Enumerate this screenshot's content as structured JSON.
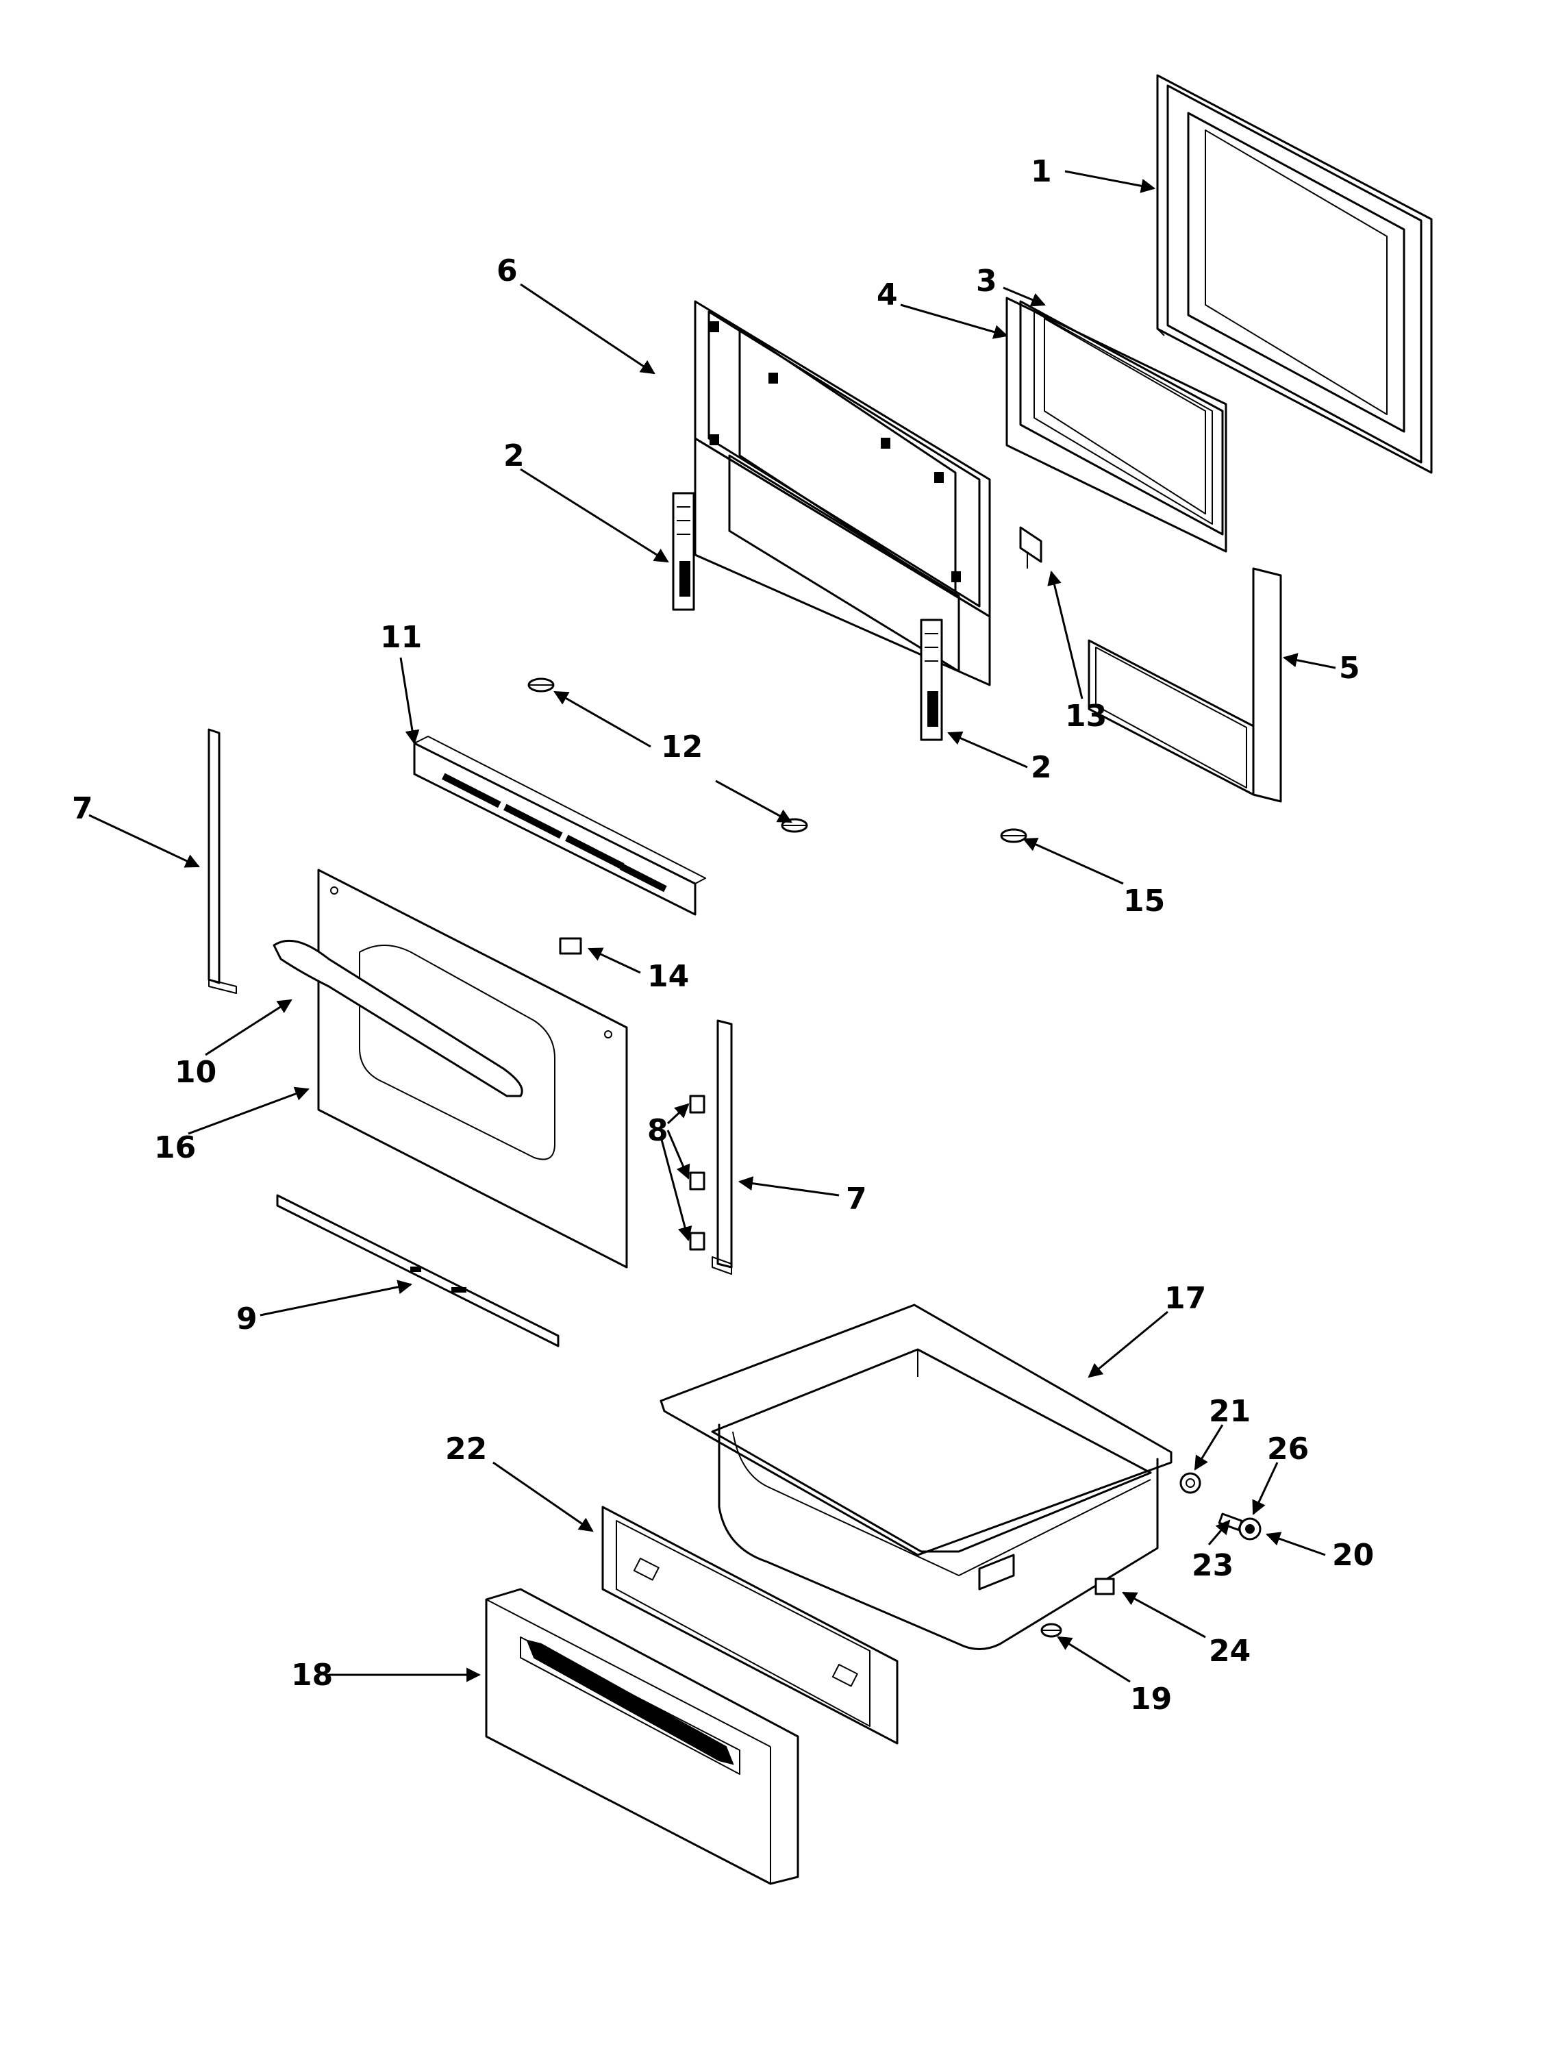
{
  "diagram": {
    "callouts": {
      "c1": "1",
      "c2a": "2",
      "c2b": "2",
      "c3": "3",
      "c4": "4",
      "c5": "5",
      "c6": "6",
      "c7a": "7",
      "c7b": "7",
      "c8": "8",
      "c9": "9",
      "c10": "10",
      "c11": "11",
      "c12": "12",
      "c13": "13",
      "c14": "14",
      "c15": "15",
      "c16": "16",
      "c17": "17",
      "c18": "18",
      "c19": "19",
      "c20": "20",
      "c21": "21",
      "c22": "22",
      "c23": "23",
      "c24": "24",
      "c26": "26"
    }
  }
}
